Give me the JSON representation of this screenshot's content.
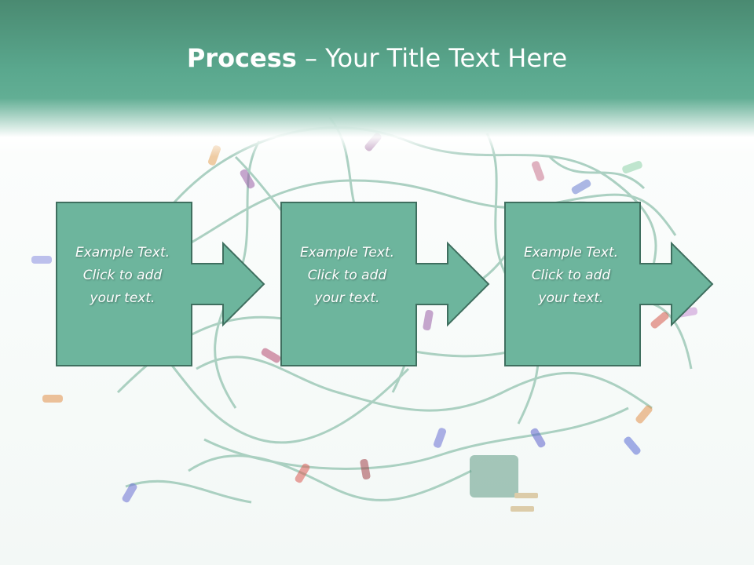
{
  "slide": {
    "title_strong": "Process",
    "title_rest": " – Your Title Text Here"
  },
  "steps": [
    {
      "line1": "Example Text.",
      "line2": "Click  to add",
      "line3": "your text."
    },
    {
      "line1": "Example Text.",
      "line2": "Click  to add",
      "line3": "your text."
    },
    {
      "line1": "Example Text.",
      "line2": "Click  to add",
      "line3": "your text."
    }
  ],
  "colors": {
    "header": "#5aa88e",
    "box_fill": "#6db59d",
    "box_stroke": "#3f6f5f",
    "text": "#ffffff"
  }
}
